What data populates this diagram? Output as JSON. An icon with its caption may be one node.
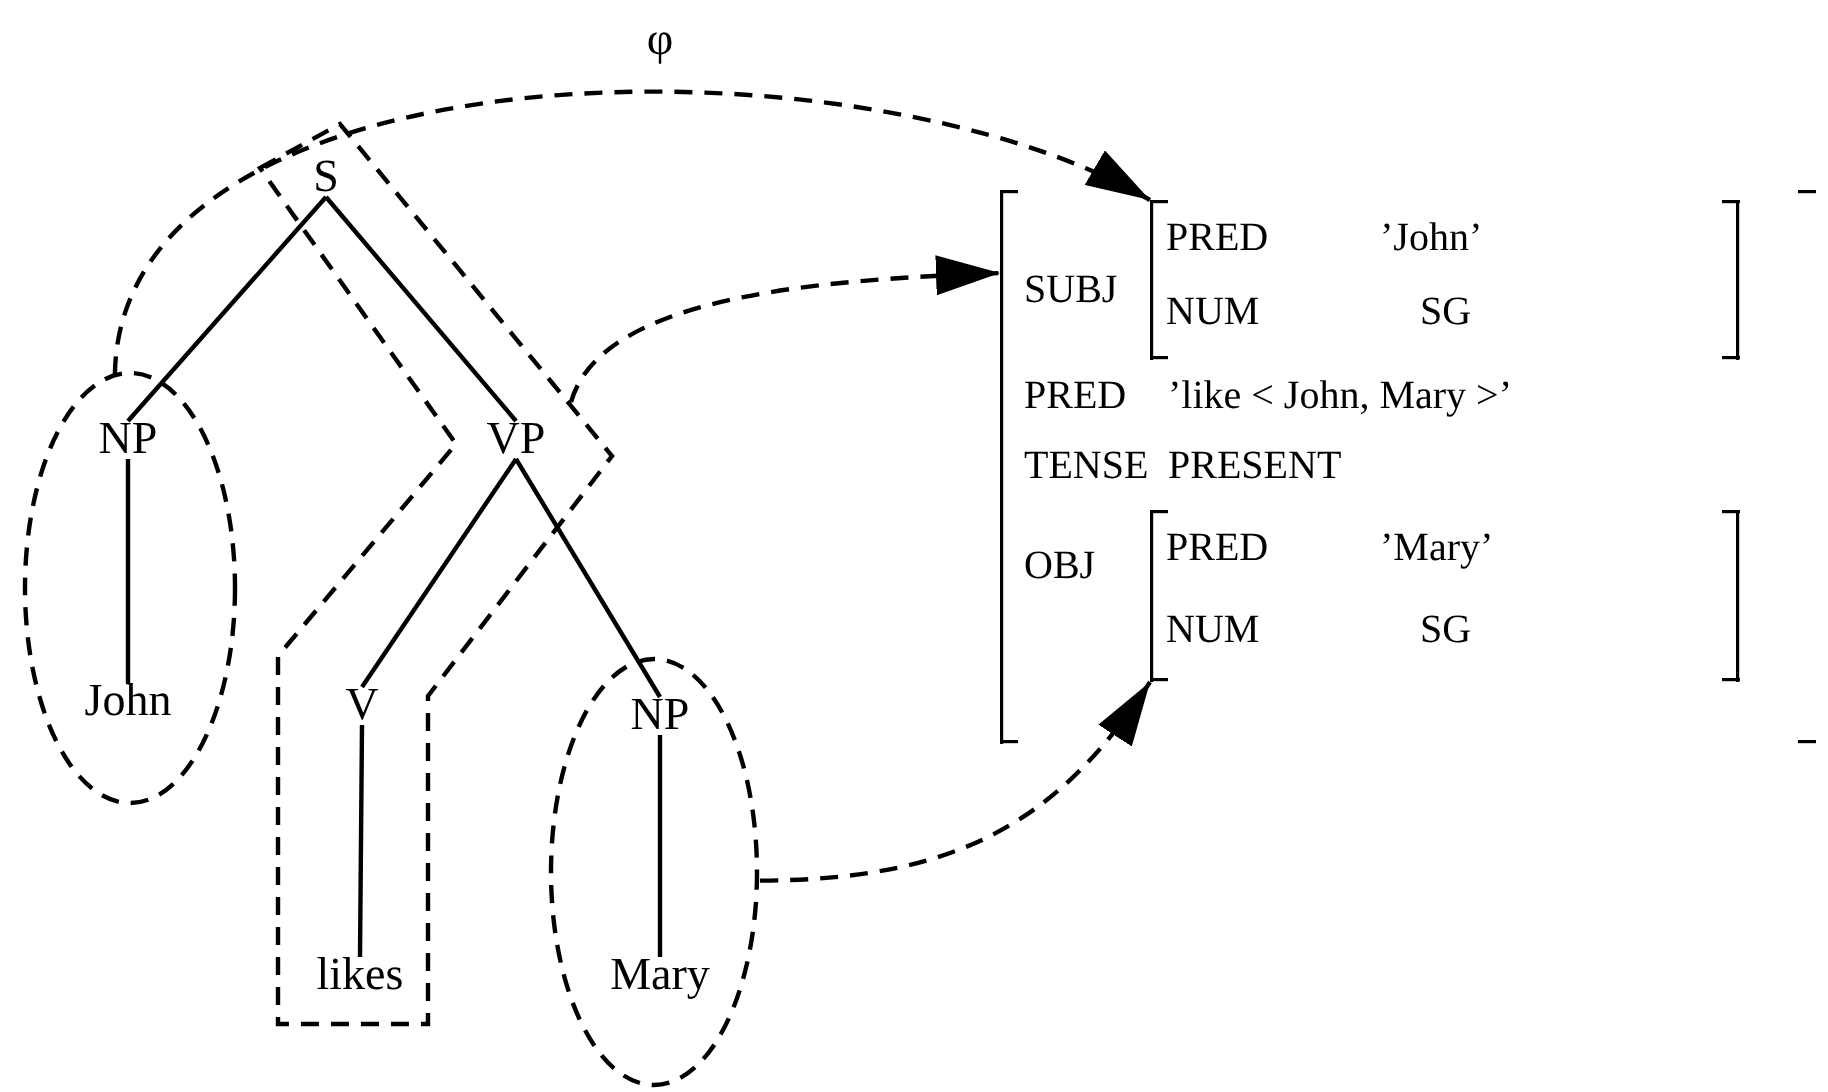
{
  "diagram": {
    "nodes": [
      {
        "text": [],
        "shape": "polygon"
      },
      {
        "text": [
          "S"
        ],
        "in": 0
      },
      {
        "text": [
          "VP"
        ],
        "in": 0
      },
      {
        "text": [
          "V"
        ],
        "in": 0
      },
      {
        "text": [
          "likes"
        ],
        "in": 0
      },
      {
        "text": [],
        "shape": "ellipse"
      },
      {
        "text": [
          "NP"
        ],
        "in": 5
      },
      {
        "text": [
          "John"
        ],
        "in": 5
      },
      {
        "text": [],
        "shape": "ellipse"
      },
      {
        "text": [
          "NP"
        ],
        "in": 8
      },
      {
        "text": [
          "Mary"
        ],
        "in": 8
      },
      {
        "text": [
          "SUBJ",
          "PRED",
          "’like < John, Mary >’",
          "TENSE",
          "PRESENT",
          "OBJ"
        ]
      },
      {
        "text": [
          "PRED",
          "’John’",
          "NUM",
          "SG"
        ],
        "in": 11
      },
      {
        "text": [
          "PRED",
          "’Mary’",
          "NUM",
          "SG"
        ],
        "in": 11
      }
    ],
    "edges": [
      {
        "from": 1,
        "to": 6,
        "arrow": "none"
      },
      {
        "from": 1,
        "to": 2,
        "arrow": "none"
      },
      {
        "from": 6,
        "to": 7,
        "arrow": "none"
      },
      {
        "from": 2,
        "to": 3,
        "arrow": "none"
      },
      {
        "from": 2,
        "to": 9,
        "arrow": "none"
      },
      {
        "from": 3,
        "to": 4,
        "arrow": "none"
      },
      {
        "from": 9,
        "to": 10,
        "arrow": "none"
      },
      {
        "from": 5,
        "to": 12,
        "arrow": "to",
        "style": "dashed",
        "label": "φ"
      },
      {
        "from": 0,
        "to": 11,
        "arrow": "to",
        "style": "dashed"
      },
      {
        "from": 8,
        "to": 13,
        "arrow": "to",
        "style": "dashed"
      }
    ]
  }
}
